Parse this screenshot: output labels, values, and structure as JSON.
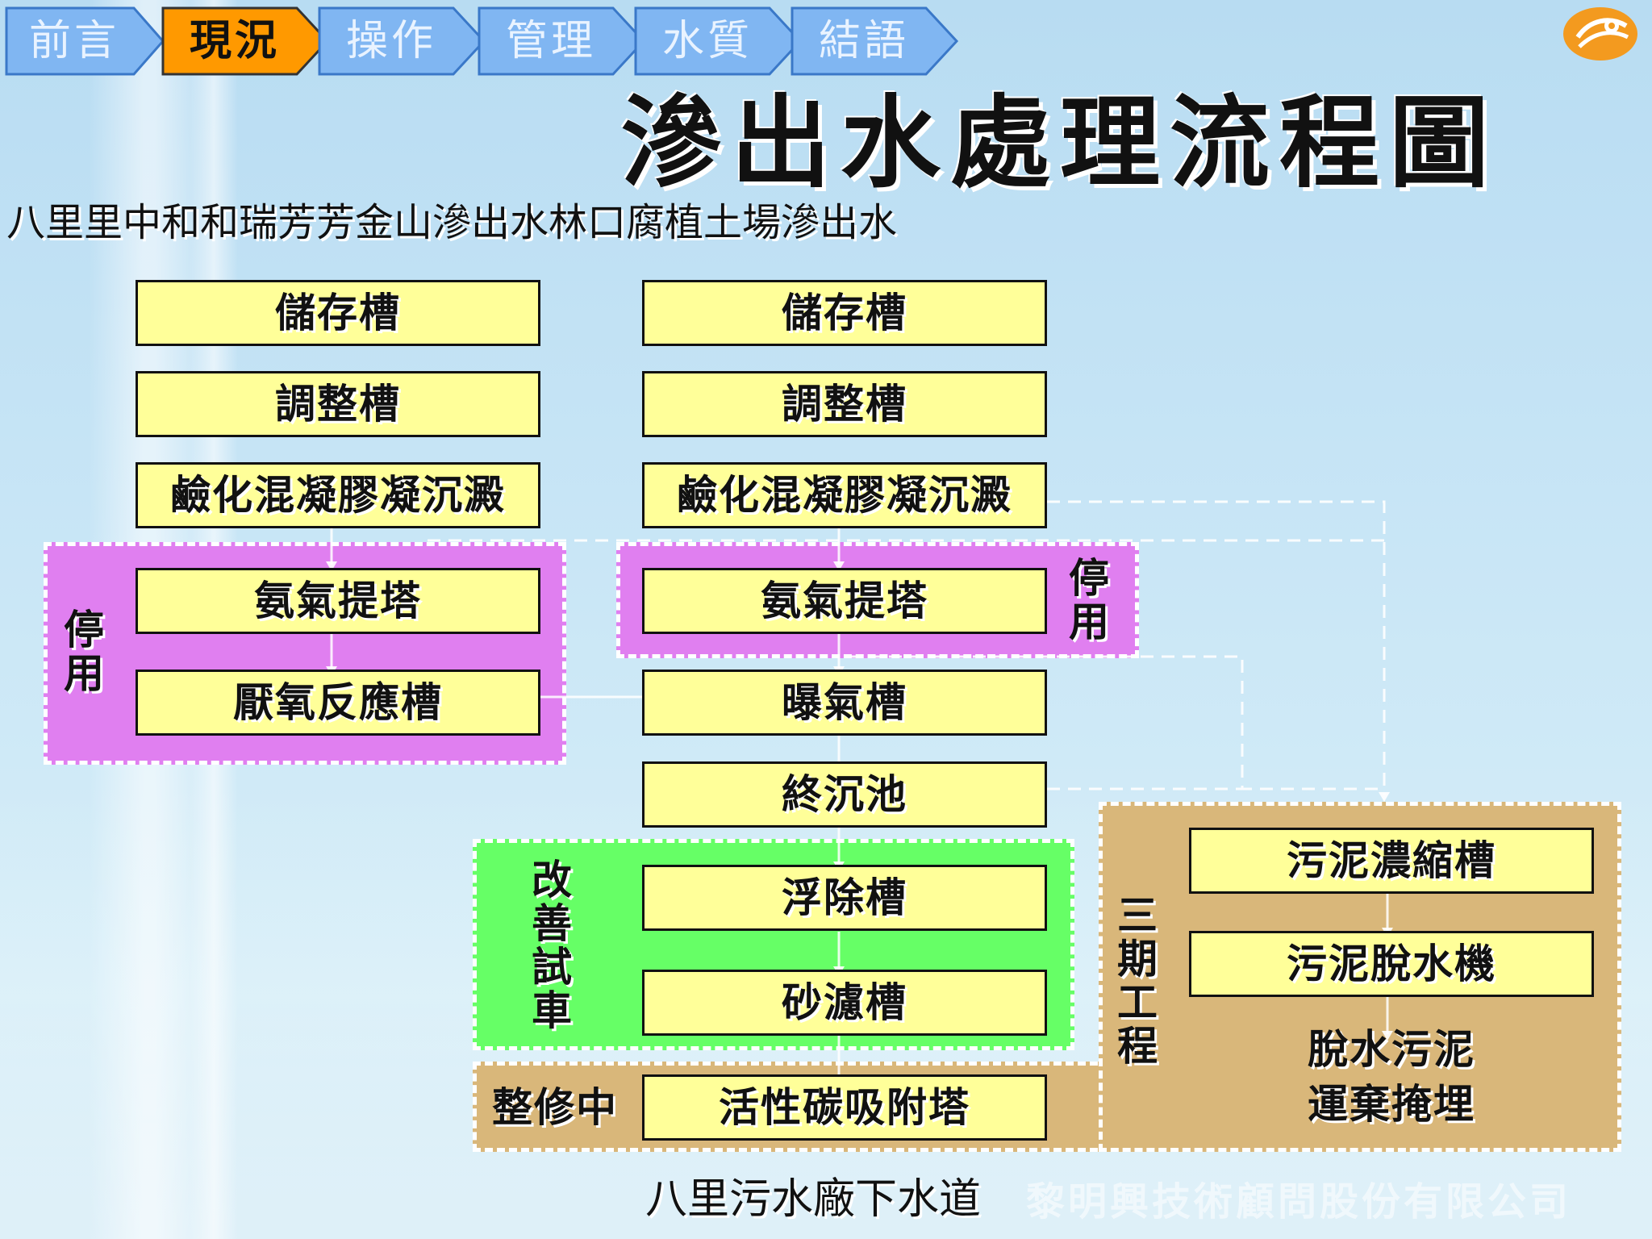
{
  "nav": {
    "tabs": [
      {
        "label": "前言",
        "active": false
      },
      {
        "label": "現況",
        "active": true
      },
      {
        "label": "操作",
        "active": false
      },
      {
        "label": "管理",
        "active": false
      },
      {
        "label": "水質",
        "active": false
      },
      {
        "label": "結語",
        "active": false
      }
    ]
  },
  "colors": {
    "nav_inactive": "#80b6f2",
    "nav_active": "#ff9900",
    "box_fill": "#ffff99",
    "panel_pink": "#e07ff0",
    "panel_green": "#66ff66",
    "panel_tan": "#d9b77a"
  },
  "logo": {
    "icon": "company-logo-icon"
  },
  "title": "滲出水處理流程圖",
  "subtitle": "八里里中和和瑞芳芳金山滲出水林口腐植土場滲出水",
  "left_column": {
    "storage": "儲存槽",
    "equalization": "調整槽",
    "coagulation": "鹼化混凝膠凝沉澱",
    "ammonia_stripping": "氨氣提塔",
    "anaerobic": "厭氧反應槽",
    "status_label": "停用"
  },
  "right_column": {
    "storage": "儲存槽",
    "equalization": "調整槽",
    "coagulation": "鹼化混凝膠凝沉澱",
    "ammonia_stripping": "氨氣提塔",
    "status_label": "停用",
    "aeration": "曝氣槽",
    "final_clarifier": "終沉池",
    "flotation": "浮除槽",
    "sand_filter": "砂濾槽",
    "carbon_tower": "活性碳吸附塔"
  },
  "improvement_label": "改善試車",
  "repair_label": "整修中",
  "phase3": {
    "label": "三期工程",
    "thickener": "污泥濃縮槽",
    "dewatering": "污泥脫水機",
    "disposal_line1": "脫水污泥",
    "disposal_line2": "運棄掩埋"
  },
  "footer": "八里污水廠下水道",
  "watermark": "黎明興技術顧問股份有限公司"
}
